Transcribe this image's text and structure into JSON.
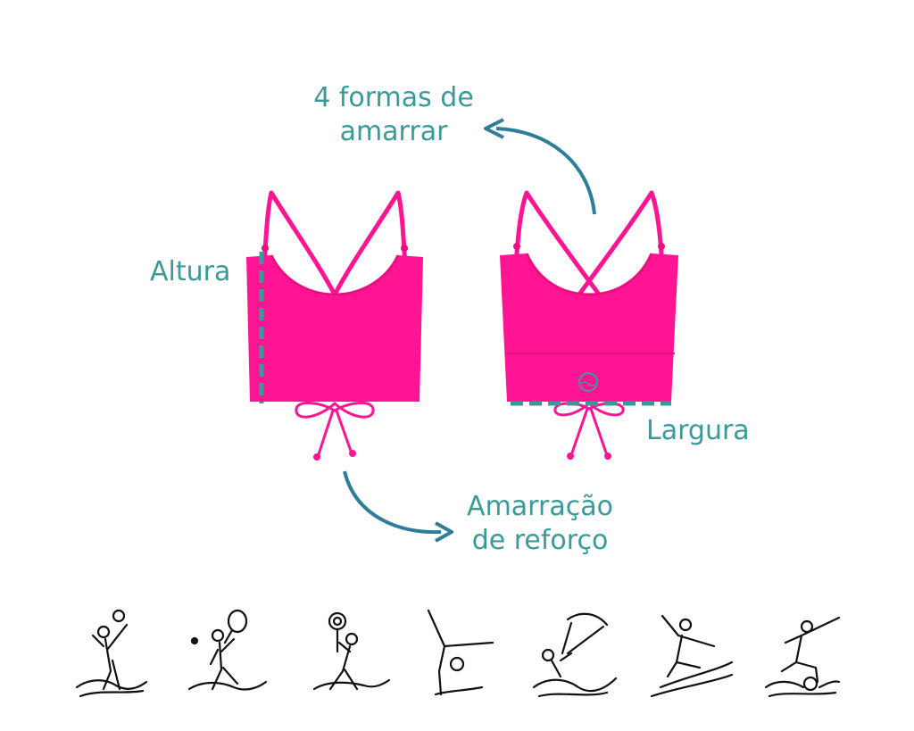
{
  "labels": {
    "formas_line1": "4 formas de",
    "formas_line2": "amarrar",
    "altura": "Altura",
    "largura": "Largura",
    "amarracao_line1": "Amarração",
    "amarracao_line2": "de reforço"
  },
  "colors": {
    "garment": "#ff1493",
    "garment_shade": "#e8107f",
    "accent": "#3a9a9a",
    "arrow": "#2f7e98",
    "icon_stroke": "#111111"
  },
  "icons": [
    "volleyball-player-icon",
    "tennis-player-icon",
    "weightlifter-icon",
    "gymnast-icon",
    "kitesurfer-icon",
    "surfer-icon",
    "soccer-player-icon"
  ]
}
